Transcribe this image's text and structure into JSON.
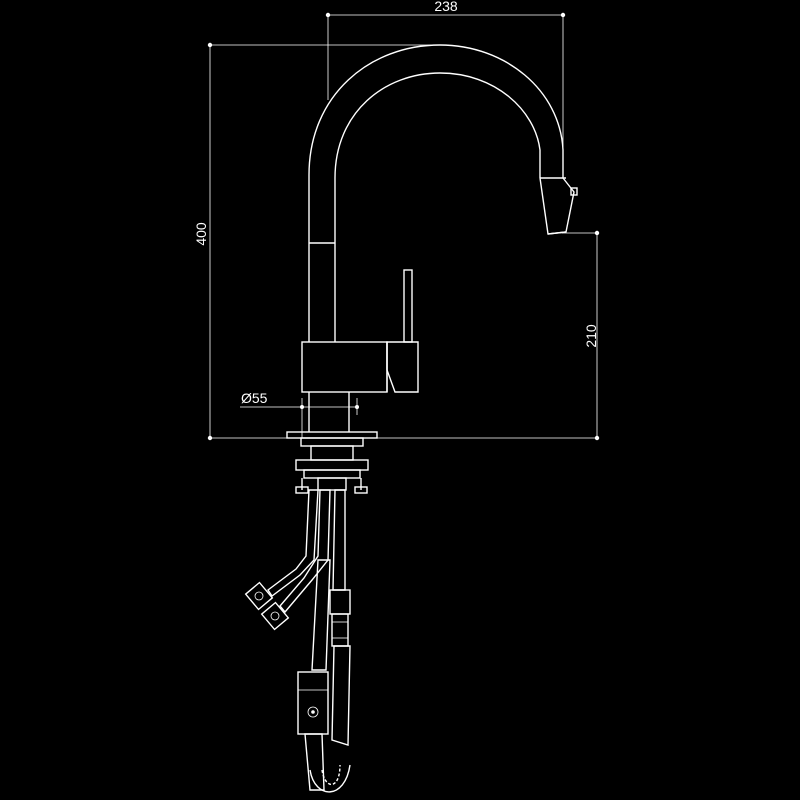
{
  "drawing": {
    "background": "#000000",
    "line_color": "#ffffff",
    "dimensions": {
      "spout_reach": "238",
      "total_height": "400",
      "outlet_height": "210",
      "base_diameter": "Ø55"
    }
  }
}
